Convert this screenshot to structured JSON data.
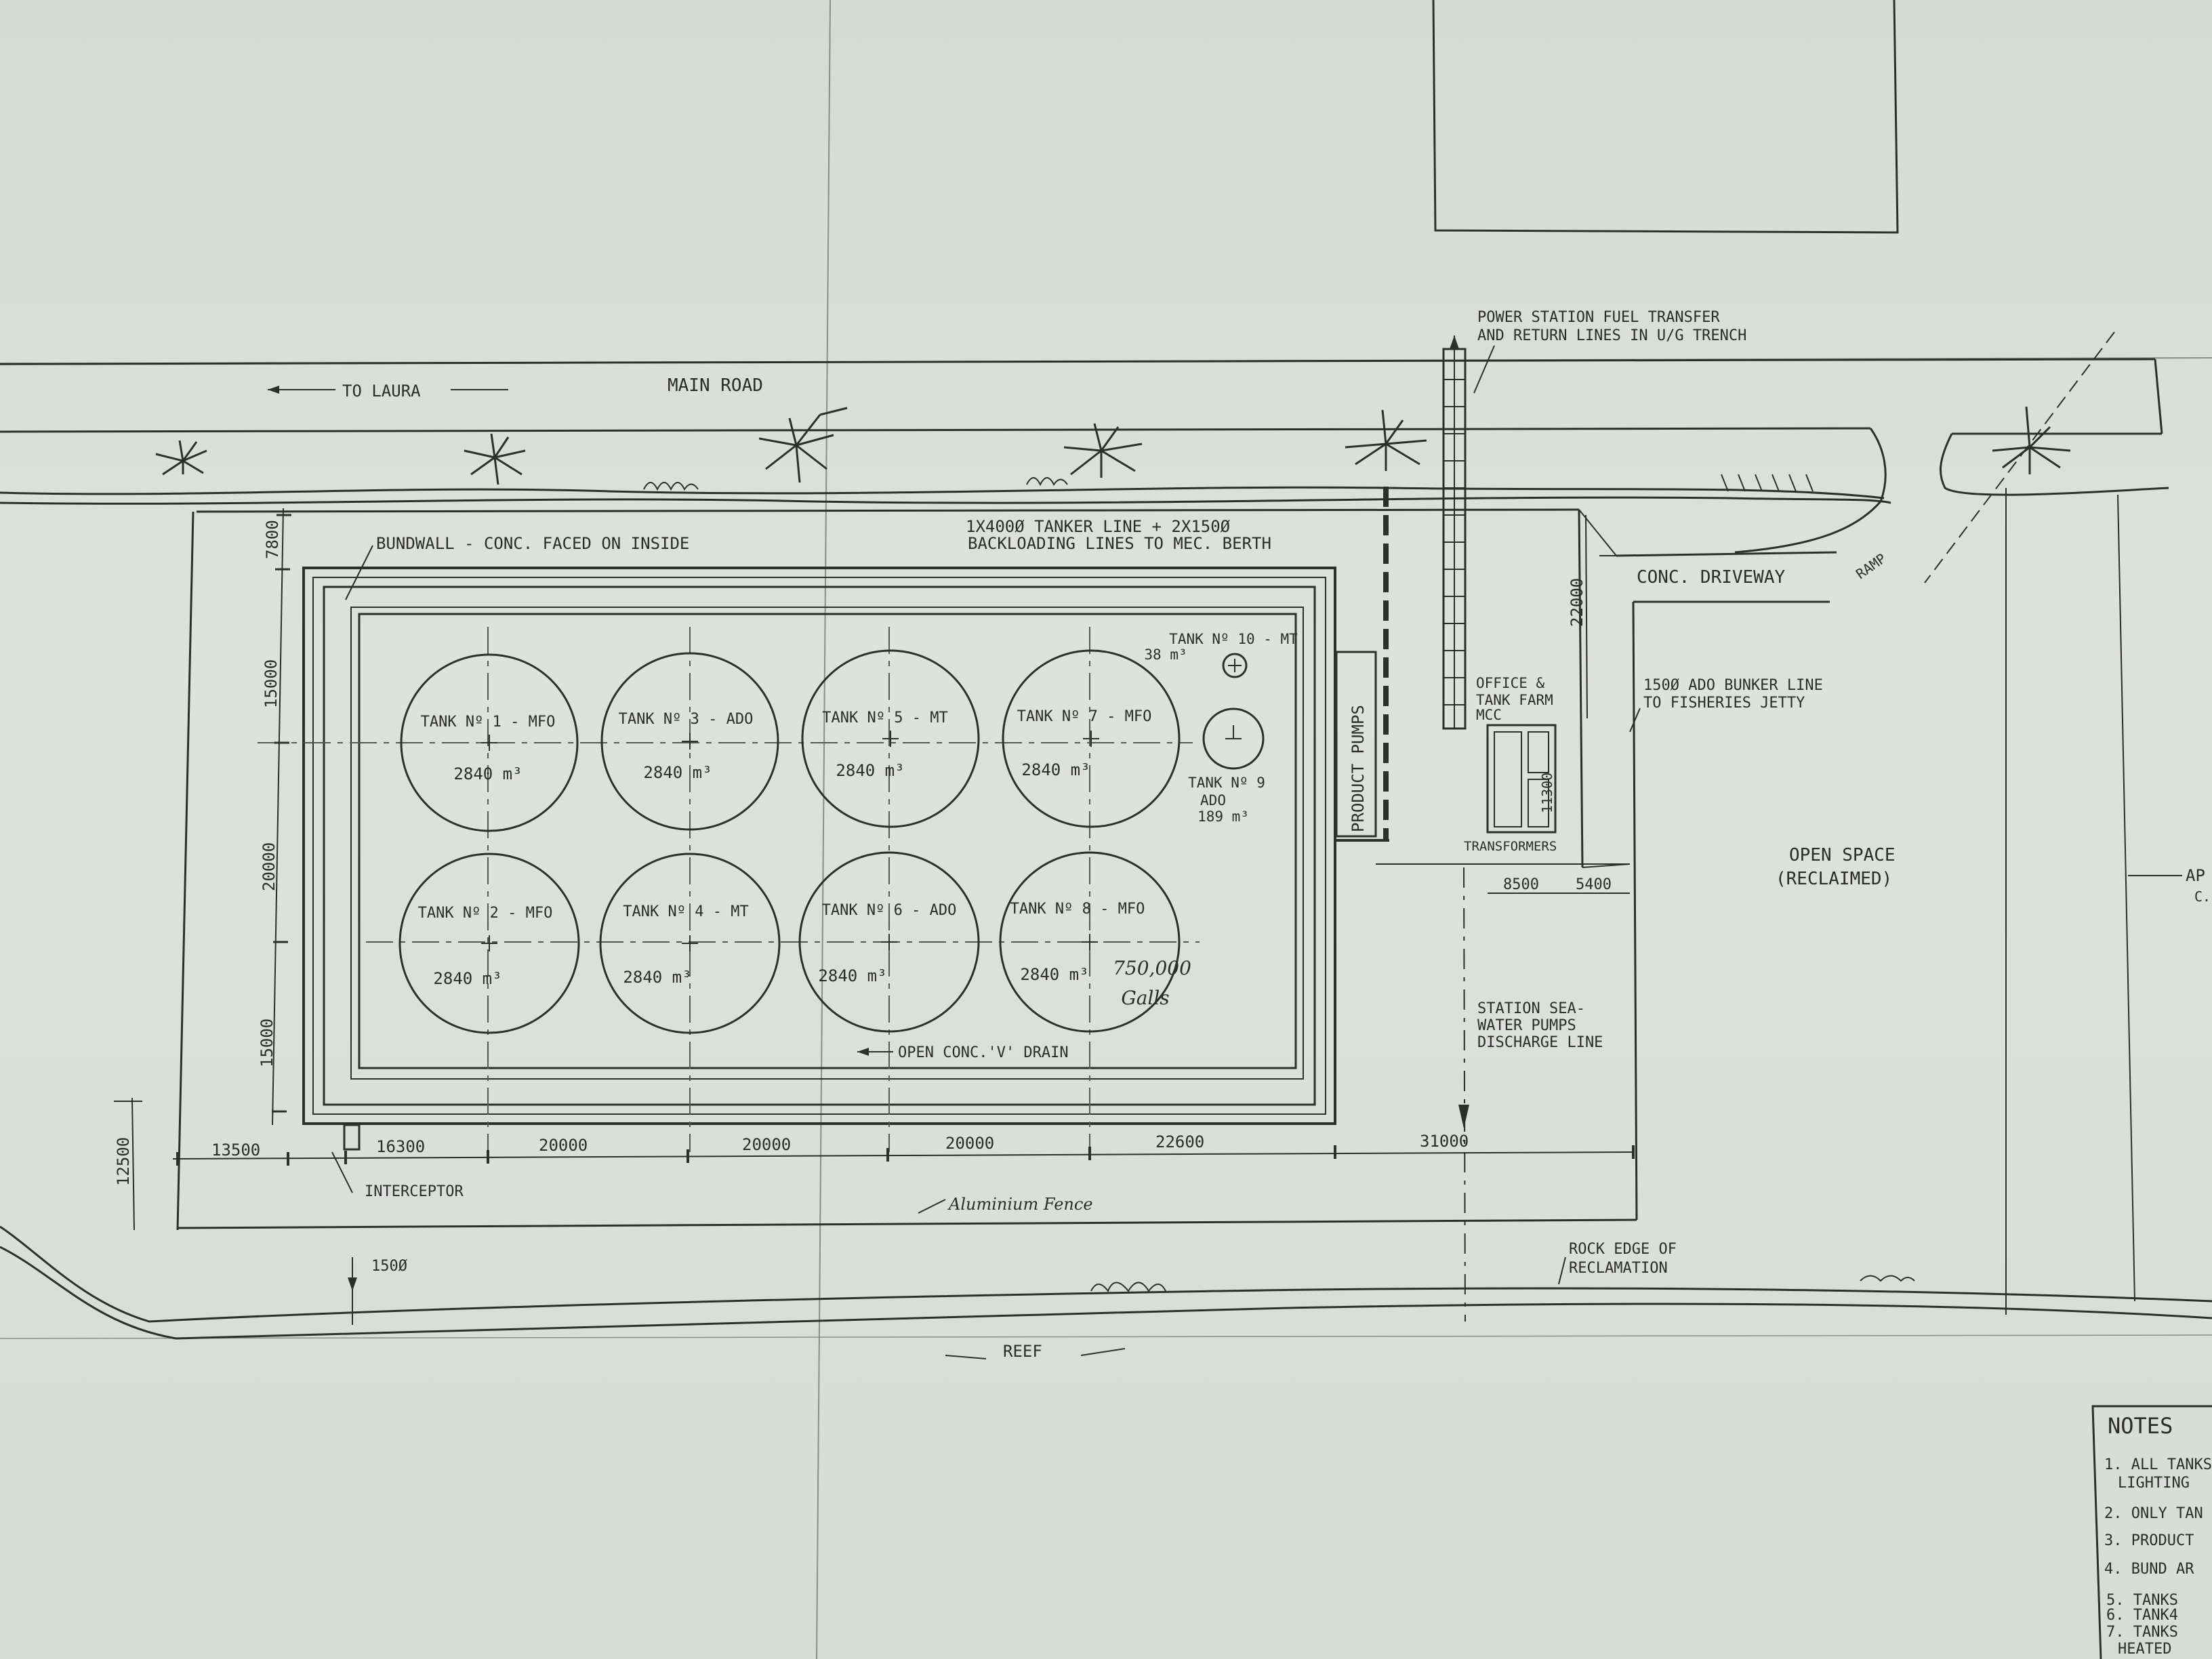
{
  "road": {
    "to_laura": "TO LAURA",
    "main_road": "MAIN ROAD"
  },
  "labels": {
    "power_line_1": "POWER STATION FUEL TRANSFER",
    "power_line_2": "AND RETURN LINES IN U/G TRENCH",
    "bundwall": "BUNDWALL - CONC. FACED ON INSIDE",
    "tanker_line_1": "1X400Ø TANKER LINE + 2X150Ø",
    "tanker_line_2": "BACKLOADING LINES TO MEC. BERTH",
    "driveway": "CONC. DRIVEWAY",
    "ramp": "RAMP",
    "product_pumps": "PRODUCT PUMPS",
    "office_1": "OFFICE &",
    "office_2": "TANK FARM",
    "office_3": "MCC",
    "transformers": "TRANSFORMERS",
    "bunker_1": "150Ø ADO BUNKER LINE",
    "bunker_2": "TO FISHERIES JETTY",
    "open_space_1": "OPEN SPACE",
    "open_space_2": "(RECLAIMED)",
    "seawater_1": "STATION SEA-",
    "seawater_2": "WATER PUMPS",
    "seawater_3": "DISCHARGE LINE",
    "drain": "OPEN CONC.'V' DRAIN",
    "interceptor": "INTERCEPTOR",
    "fence": "Aluminium Fence",
    "rock_edge_1": "ROCK EDGE OF",
    "rock_edge_2": "RECLAMATION",
    "reef": "REEF",
    "pipe_150": "150Ø",
    "handwritten_1": "750,000",
    "handwritten_2": "Galls"
  },
  "tanks": [
    {
      "name": "TANK Nº 1 - MFO",
      "cap": "2840 m³"
    },
    {
      "name": "TANK Nº 3 - ADO",
      "cap": "2840 m³"
    },
    {
      "name": "TANK Nº 5 - MT",
      "cap": "2840 m³"
    },
    {
      "name": "TANK Nº 7 - MFO",
      "cap": "2840 m³"
    },
    {
      "name": "TANK Nº 2 - MFO",
      "cap": "2840 m³"
    },
    {
      "name": "TANK Nº 4 - MT",
      "cap": "2840 m³"
    },
    {
      "name": "TANK Nº 6 - ADO",
      "cap": "2840 m³"
    },
    {
      "name": "TANK Nº 8 - MFO",
      "cap": "2840 m³"
    }
  ],
  "small_tanks": {
    "t10_name": "TANK Nº 10 - MT",
    "t10_cap": "38 m³",
    "t9_name": "TANK Nº 9",
    "t9_fuel": "ADO",
    "t9_cap": "189 m³"
  },
  "dimensions": {
    "h": [
      "13500",
      "16300",
      "20000",
      "20000",
      "20000",
      "22600",
      "31000"
    ],
    "v": [
      "7800",
      "15000",
      "20000",
      "15000",
      "12500"
    ],
    "driveway_22000": "22000",
    "office_11300": "11300",
    "office_8500": "8500",
    "office_5400": "5400"
  },
  "notes": {
    "title": "NOTES",
    "items": [
      "1. ALL TANKS",
      "LIGHTING",
      "2. ONLY TAN",
      "3. PRODUCT",
      "4. BUND AR",
      "5. TANKS",
      "6. TANK4",
      "7. TANKS",
      "HEATED"
    ]
  },
  "edge": {
    "right_1": "AP",
    "right_2": "C.I.E"
  }
}
